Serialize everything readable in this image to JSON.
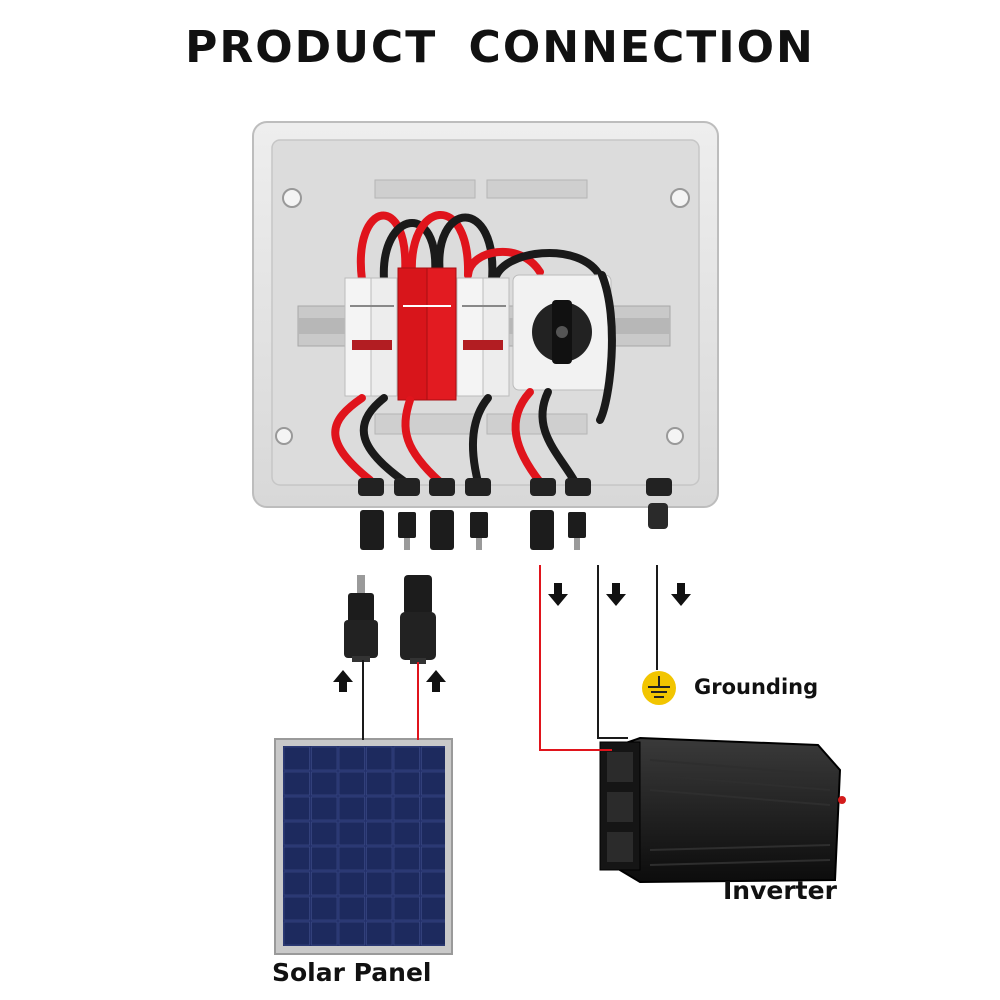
{
  "title": "PRODUCT  CONNECTION",
  "labels": {
    "solar_panel": "Solar Panel",
    "inverter": "Inverter",
    "grounding": "Grounding"
  },
  "colors": {
    "wire_red": "#e0141c",
    "wire_black": "#1a1a1a",
    "box_gray": "#e6e6e6",
    "ground_yellow": "#f2c500",
    "panel_blue": "#1f2a5a"
  },
  "icons": [
    "arrow-up-icon",
    "arrow-down-icon",
    "ground-icon"
  ]
}
